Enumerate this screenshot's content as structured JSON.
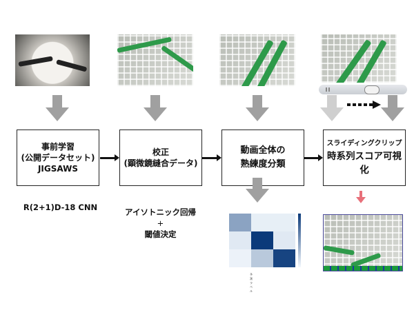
{
  "steps": [
    {
      "line1": "事前学習",
      "line2": "(公開データセット)",
      "line3": "JIGSAWS"
    },
    {
      "line1": "校正",
      "line2": "(顕微鏡縫合データ)"
    },
    {
      "line1": "動画全体の",
      "line2": "熟練度分類"
    },
    {
      "line1": "スライディングクリップ",
      "line2": "時系列スコア可視化"
    }
  ],
  "notes": {
    "model": "R(2+1)D-18 CNN",
    "calib_line1": "アイソトニック回帰",
    "calib_plus": "+",
    "calib_line2": "閾値決定"
  },
  "confusion_matrix": {
    "xlabel": "予測ラベル",
    "levels": [
      [
        0.45,
        0.05,
        0.05
      ],
      [
        0.08,
        1.0,
        0.08
      ],
      [
        0.03,
        0.25,
        0.95
      ]
    ]
  },
  "colors": {
    "arrow_gray": "#a0a0a0",
    "arrow_light": "#cfcfcf",
    "arrow_pink": "#e8707a",
    "tool_green": "#2e9a4a",
    "matrix_dark": "#0b3a7a"
  }
}
